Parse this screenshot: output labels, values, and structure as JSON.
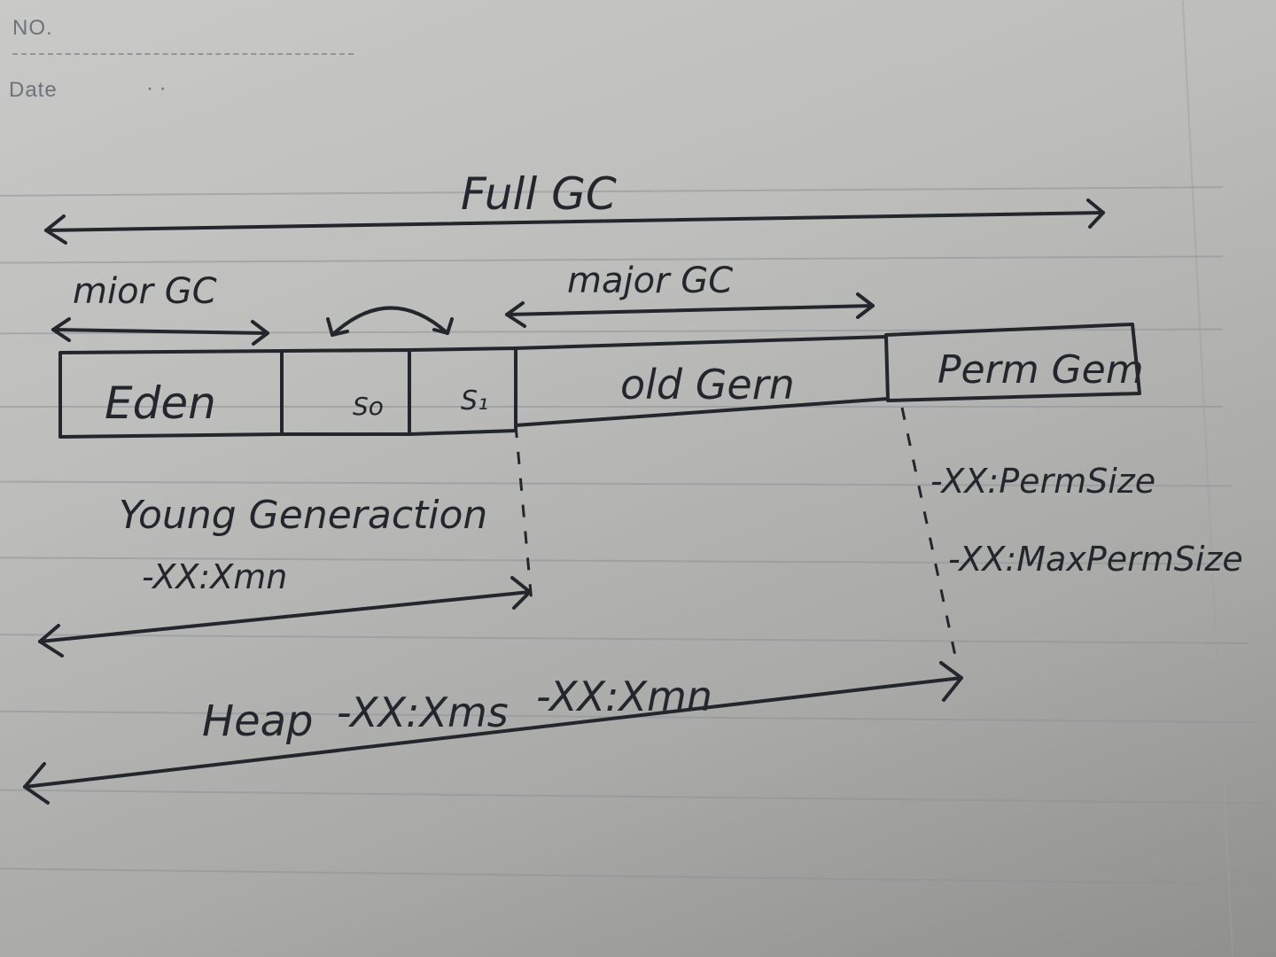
{
  "notebook": {
    "number_label": "NO.",
    "date_label": "Date",
    "date_dots": "·      ·"
  },
  "diagram": {
    "full_gc_label": "Full GC",
    "minor_gc_label": "mior GC",
    "major_gc_label": "major GC",
    "memory_regions": [
      {
        "id": "eden",
        "label": "Eden"
      },
      {
        "id": "s0",
        "label": "So"
      },
      {
        "id": "s1",
        "label": "S₁"
      },
      {
        "id": "old-gen",
        "label": "old Gern"
      },
      {
        "id": "perm-gen",
        "label": "Perm Gem"
      }
    ],
    "young_generation_label": "Young Generaction",
    "young_generation_flag": "-XX:Xmn",
    "perm_size_flag": "-XX:PermSize",
    "max_perm_size_flag": "-XX:MaxPermSize",
    "heap_label": "Heap",
    "heap_flag_1": "-XX:Xms",
    "heap_flag_2": "-XX:Xmn"
  }
}
